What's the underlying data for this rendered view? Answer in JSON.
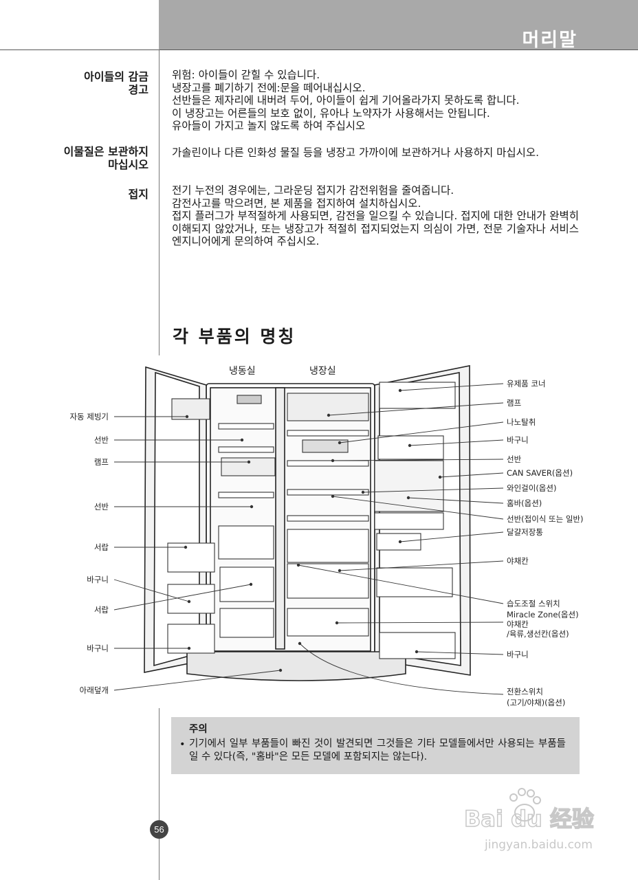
{
  "header": {
    "title": "머리말"
  },
  "sections": [
    {
      "label": "아이들의 감금\n경고",
      "text": "위험: 아이들이 갇힐 수 있습니다.\n냉장고를 폐기하기 전에:문을 떼어내십시오.\n선반들은 제자리에 내버려 두어, 아이들이 쉽게 기어올라가지 못하도록 합니다.\n이 냉장고는 어른들의 보호 없이, 유아나 노약자가 사용해서는 안됩니다.\n유아들이 가지고 놀지 않도록 하여 주십시오"
    },
    {
      "label": "이물질은 보관하지\n마십시오",
      "text": "가솔린이나 다른 인화성 물질 등을 냉장고 가까이에 보관하거나 사용하지 마십시오."
    },
    {
      "label": "접지",
      "text": "전기 누전의 경우에는, 그라운딩 접지가 감전위험을 줄여줍니다.\n감전사고를 막으려면, 본 제품을 접지하여 설치하십시오.\n접지 플러그가 부적절하게 사용되면, 감전을 일으킬 수 있습니다. 접지에 대한 안내가 완벽히 이해되지 않았거나, 또는 냉장고가 적절히 접지되었는지 의심이 가면, 전문 기술자나 서비스 엔지니어에게 문의하여 주십시오."
    }
  ],
  "parts_title": "각 부품의 명칭",
  "diagram": {
    "top_labels": [
      "냉동실",
      "냉장실"
    ],
    "left_labels": [
      "자동 제빙기",
      "선반",
      "램프",
      "선반",
      "서랍",
      "바구니",
      "서랍",
      "바구니",
      "아래덮개"
    ],
    "right_labels": [
      "유제품 코너",
      "램프",
      "나노탈취",
      "바구니",
      "선반",
      "CAN SAVER(옵션)",
      "와인걸이(옵션)",
      "홈바(옵션)",
      "선반(접이식 또는 일반)",
      "달걀저장통",
      "야채칸",
      "습도조절 스위치",
      "Miracle Zone(옵션)",
      "야채칸",
      "/육류,생선칸(옵션)",
      "바구니",
      "전환스위치",
      "(고기/야채)(옵션)"
    ]
  },
  "note": {
    "title": "주의",
    "bullet": "•",
    "text": "기기에서 일부 부품들이 빠진 것이 발견되면 그것들은 기타 모델들에서만 사용되는 부품들일 수 있다(즉, \"홈바\"은 모든 모델에 포함되지는 않는다)."
  },
  "page_number": "56",
  "watermark": {
    "brand": "Bai du 经验",
    "url": "jingyan.baidu.com"
  }
}
